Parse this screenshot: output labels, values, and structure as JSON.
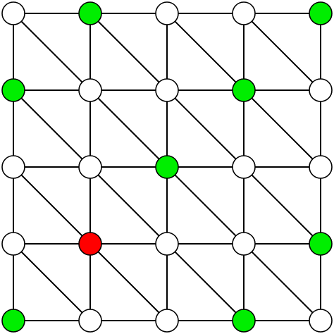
{
  "game": {
    "grid": {
      "rows": 5,
      "cols": 5
    },
    "colors": {
      "empty": "#ffffff",
      "green": "#00ee00",
      "red": "#ff0000",
      "edge": "#000000"
    },
    "cells": [
      [
        "empty",
        "green",
        "empty",
        "empty",
        "green"
      ],
      [
        "green",
        "empty",
        "empty",
        "green",
        "empty"
      ],
      [
        "empty",
        "empty",
        "green",
        "empty",
        "empty"
      ],
      [
        "empty",
        "red",
        "empty",
        "empty",
        "green"
      ],
      [
        "green",
        "empty",
        "empty",
        "green",
        "empty"
      ]
    ]
  }
}
